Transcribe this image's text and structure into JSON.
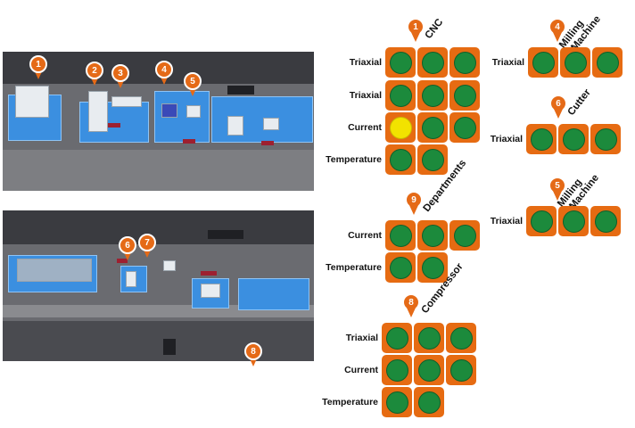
{
  "floor_plan": {
    "markers": [
      {
        "id": "1"
      },
      {
        "id": "2"
      },
      {
        "id": "3"
      },
      {
        "id": "4"
      },
      {
        "id": "5"
      },
      {
        "id": "6"
      },
      {
        "id": "7"
      },
      {
        "id": "8"
      }
    ]
  },
  "colors": {
    "accent": "#e56a17",
    "ok": "#1c8a3c",
    "warning": "#f2e200",
    "zone": "#3b8fe0"
  },
  "groups": {
    "cnc": {
      "number": "1",
      "title": "CNC",
      "rows": [
        {
          "label": "Triaxial",
          "cells": [
            "ok",
            "ok",
            "ok"
          ]
        },
        {
          "label": "Triaxial",
          "cells": [
            "ok",
            "ok",
            "ok"
          ]
        },
        {
          "label": "Current",
          "cells": [
            "warning",
            "ok",
            "ok"
          ]
        },
        {
          "label": "Temperature",
          "cells": [
            "ok",
            "ok"
          ]
        }
      ]
    },
    "departments": {
      "number": "9",
      "title": "Departments",
      "rows": [
        {
          "label": "Current",
          "cells": [
            "ok",
            "ok",
            "ok"
          ]
        },
        {
          "label": "Temperature",
          "cells": [
            "ok",
            "ok"
          ]
        }
      ]
    },
    "compressor": {
      "number": "8",
      "title": "Compressor",
      "rows": [
        {
          "label": "Triaxial",
          "cells": [
            "ok",
            "ok",
            "ok"
          ]
        },
        {
          "label": "Current",
          "cells": [
            "ok",
            "ok",
            "ok"
          ]
        },
        {
          "label": "Temperature",
          "cells": [
            "ok",
            "ok"
          ]
        }
      ]
    },
    "milling4": {
      "number": "4",
      "title_line1": "Milling",
      "title_line2": "Machine",
      "rows": [
        {
          "label": "Triaxial",
          "cells": [
            "ok",
            "ok",
            "ok"
          ]
        }
      ]
    },
    "cutter": {
      "number": "6",
      "title": "Cutter",
      "rows": [
        {
          "label": "Triaxial",
          "cells": [
            "ok",
            "ok",
            "ok"
          ]
        }
      ]
    },
    "milling5": {
      "number": "5",
      "title_line1": "Milling",
      "title_line2": "Machine",
      "rows": [
        {
          "label": "Triaxial",
          "cells": [
            "ok",
            "ok",
            "ok"
          ]
        }
      ]
    }
  }
}
